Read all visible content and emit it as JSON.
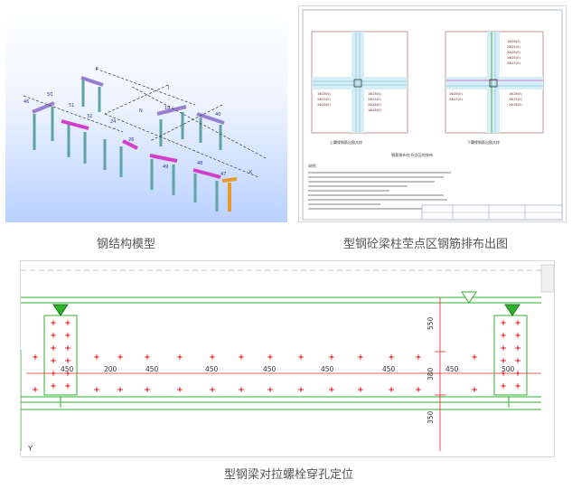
{
  "captions": {
    "model": "钢结构模型",
    "drawing": "型钢砼梁柱茔点区钢筋排布出图",
    "beam": "型钢梁对拉螺栓穿孔定位"
  },
  "drawing": {
    "left_view_title": "上翼缘钢筋出图大样",
    "right_view_title": "下翼缘钢筋出图大样",
    "subtitle": "钢筋排布在节点区的排布",
    "notes_label": "说明："
  },
  "beam": {
    "dims_horizontal": [
      "450",
      "200",
      "450",
      "450",
      "450",
      "450",
      "450",
      "450",
      "500"
    ],
    "dims_vertical": [
      "550",
      "380",
      "350"
    ],
    "axis_label": "Y"
  },
  "colors": {
    "cad_green": "#2fb02f",
    "cad_red": "#e8282a",
    "model_sky": "#b9d0ff"
  }
}
